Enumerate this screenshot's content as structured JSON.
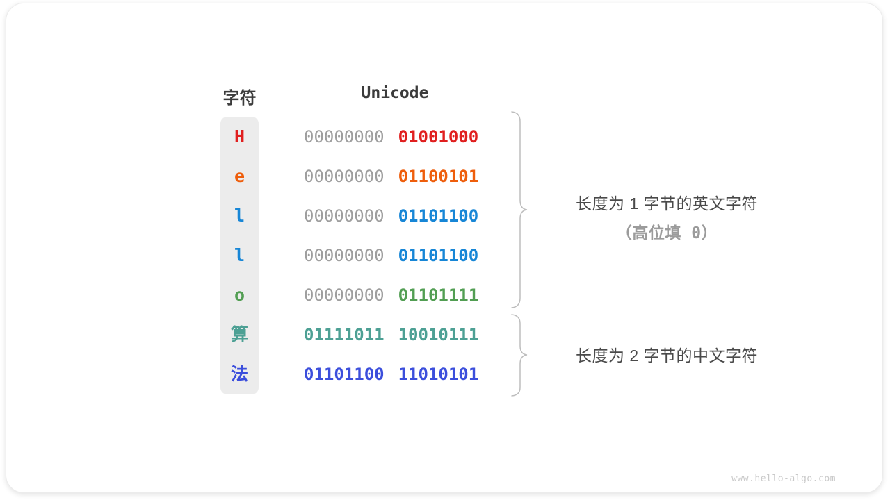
{
  "diagram": {
    "headers": {
      "char": "字符",
      "unicode": "Unicode"
    },
    "rows": [
      {
        "char": "H",
        "byte1": "00000000",
        "byte2": "01001000",
        "color": "#e01f1f",
        "byte1_color": "#9e9e9e"
      },
      {
        "char": "e",
        "byte1": "00000000",
        "byte2": "01100101",
        "color": "#ee5e0c",
        "byte1_color": "#9e9e9e"
      },
      {
        "char": "l",
        "byte1": "00000000",
        "byte2": "01101100",
        "color": "#1786d6",
        "byte1_color": "#9e9e9e"
      },
      {
        "char": "l",
        "byte1": "00000000",
        "byte2": "01101100",
        "color": "#1786d6",
        "byte1_color": "#9e9e9e"
      },
      {
        "char": "o",
        "byte1": "00000000",
        "byte2": "01101111",
        "color": "#529e53",
        "byte1_color": "#9e9e9e"
      },
      {
        "char": "算",
        "byte1": "01111011",
        "byte2": "10010111",
        "color": "#4da094",
        "byte1_color": "#4da094"
      },
      {
        "char": "法",
        "byte1": "01101100",
        "byte2": "11010101",
        "color": "#3b4edc",
        "byte1_color": "#3b4edc"
      }
    ],
    "annotations": {
      "group1_line1": "长度为 1 字节的英文字符",
      "group1_line2": "（高位填 0）",
      "group2_line1": "长度为 2 字节的中文字符"
    },
    "watermark": "www.hello-algo.com",
    "colors": {
      "byte_gray": "#9e9e9e",
      "header_text": "#3b3b3b",
      "column_bg": "#ececec",
      "brace": "#bdbdbd",
      "annotation_dark": "#4a4a4a",
      "annotation_light": "#9b9b9b"
    }
  }
}
